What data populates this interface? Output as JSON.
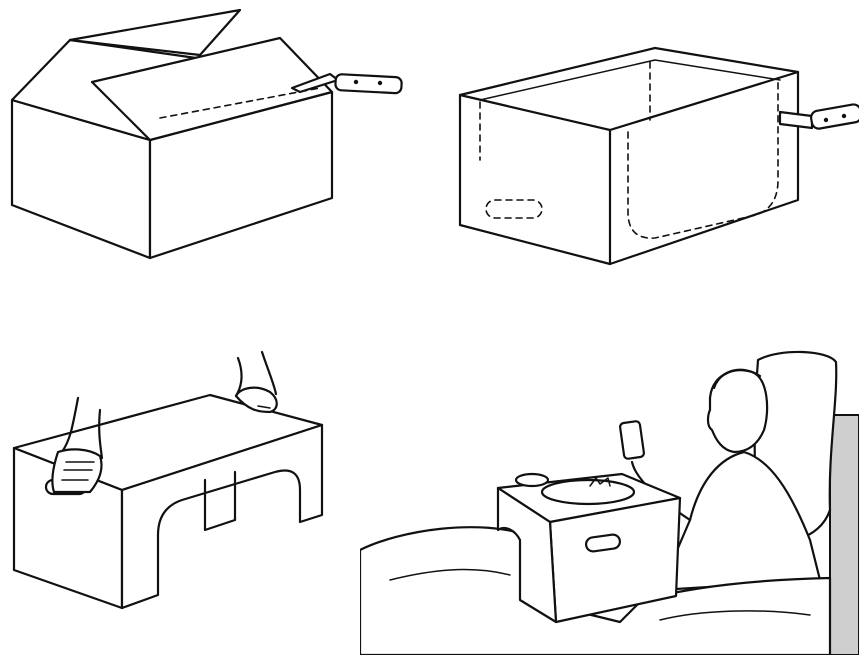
{
  "illustration": {
    "steps": [
      {
        "id": "step-1",
        "depicts": "closed-carton-with-knife"
      },
      {
        "id": "step-2",
        "depicts": "open-carton-cut-lines"
      },
      {
        "id": "step-3",
        "depicts": "tray-lifted-by-hands"
      },
      {
        "id": "step-4",
        "depicts": "tray-in-use-bed"
      }
    ]
  }
}
